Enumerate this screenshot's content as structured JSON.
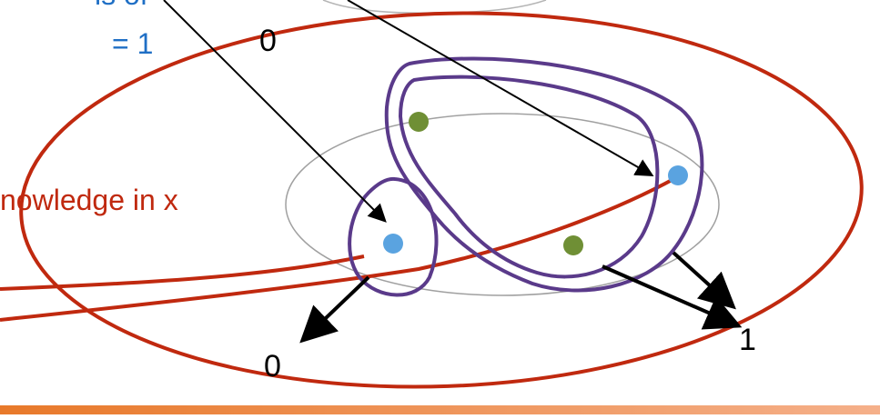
{
  "labels": {
    "top_blue_fragment": "ls of",
    "eq_one": "= 1",
    "top_zero": "0",
    "knowledge": "nowledge in x",
    "bottom_zero": "0",
    "bottom_one": "1"
  },
  "colors": {
    "blue_text": "#1f6fc5",
    "red": "#c0290f",
    "purple": "#5a3a8a",
    "gray_ellipse": "#9a9a9a",
    "green_point": "#6f8f35",
    "blue_point": "#5aa3e0",
    "arrow": "#000000",
    "bar_start": "#e8792a",
    "bar_end": "#f5b08a"
  }
}
